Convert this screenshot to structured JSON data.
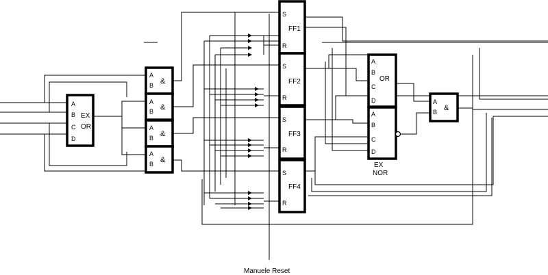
{
  "labels": {
    "exor_a": "A",
    "exor_b": "B",
    "exor_c": "C",
    "exor_d": "D",
    "exor_type_1": "EX",
    "exor_type_2": "OR",
    "and_a": "A",
    "and_b": "B",
    "and_sym": "&",
    "ff_s": "S",
    "ff_r": "R",
    "ff1": "FF1",
    "ff2": "FF2",
    "ff3": "FF3",
    "ff4": "FF4",
    "or_a": "A",
    "or_b": "B",
    "or_c": "C",
    "or_d": "D",
    "or_type": "OR",
    "exnor_a": "A",
    "exnor_b": "B",
    "exnor_c": "C",
    "exnor_d": "D",
    "exnor_type_1": "EX",
    "exnor_type_2": "NOR",
    "reset": "Manuele Reset"
  },
  "colors": {
    "line": "#000000",
    "background": "#ffffff"
  }
}
